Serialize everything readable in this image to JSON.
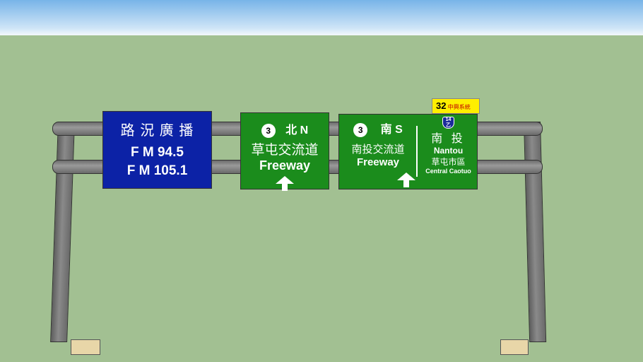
{
  "radio_sign": {
    "title": "路 況 廣 播",
    "line1": "F M 94.5",
    "line2": "F M 105.1"
  },
  "north_sign": {
    "route": "3",
    "direction": "北 N",
    "name": "草屯交流道",
    "freeway": "Freeway"
  },
  "south_sign": {
    "route": "3",
    "direction": "南 S",
    "name": "南投交流道",
    "freeway": "Freeway",
    "right_route": "14",
    "right_route_sub": "乙",
    "dest1": "南 投",
    "dest1_en": "Nantou",
    "dest2": "草屯市區",
    "dest2_en": "Central Caotuo"
  },
  "exit_plate": {
    "number": "32",
    "name": "中興系統"
  },
  "colors": {
    "blue": "#0c22a6",
    "green": "#1b8c1c",
    "yellow": "#ffef00"
  }
}
